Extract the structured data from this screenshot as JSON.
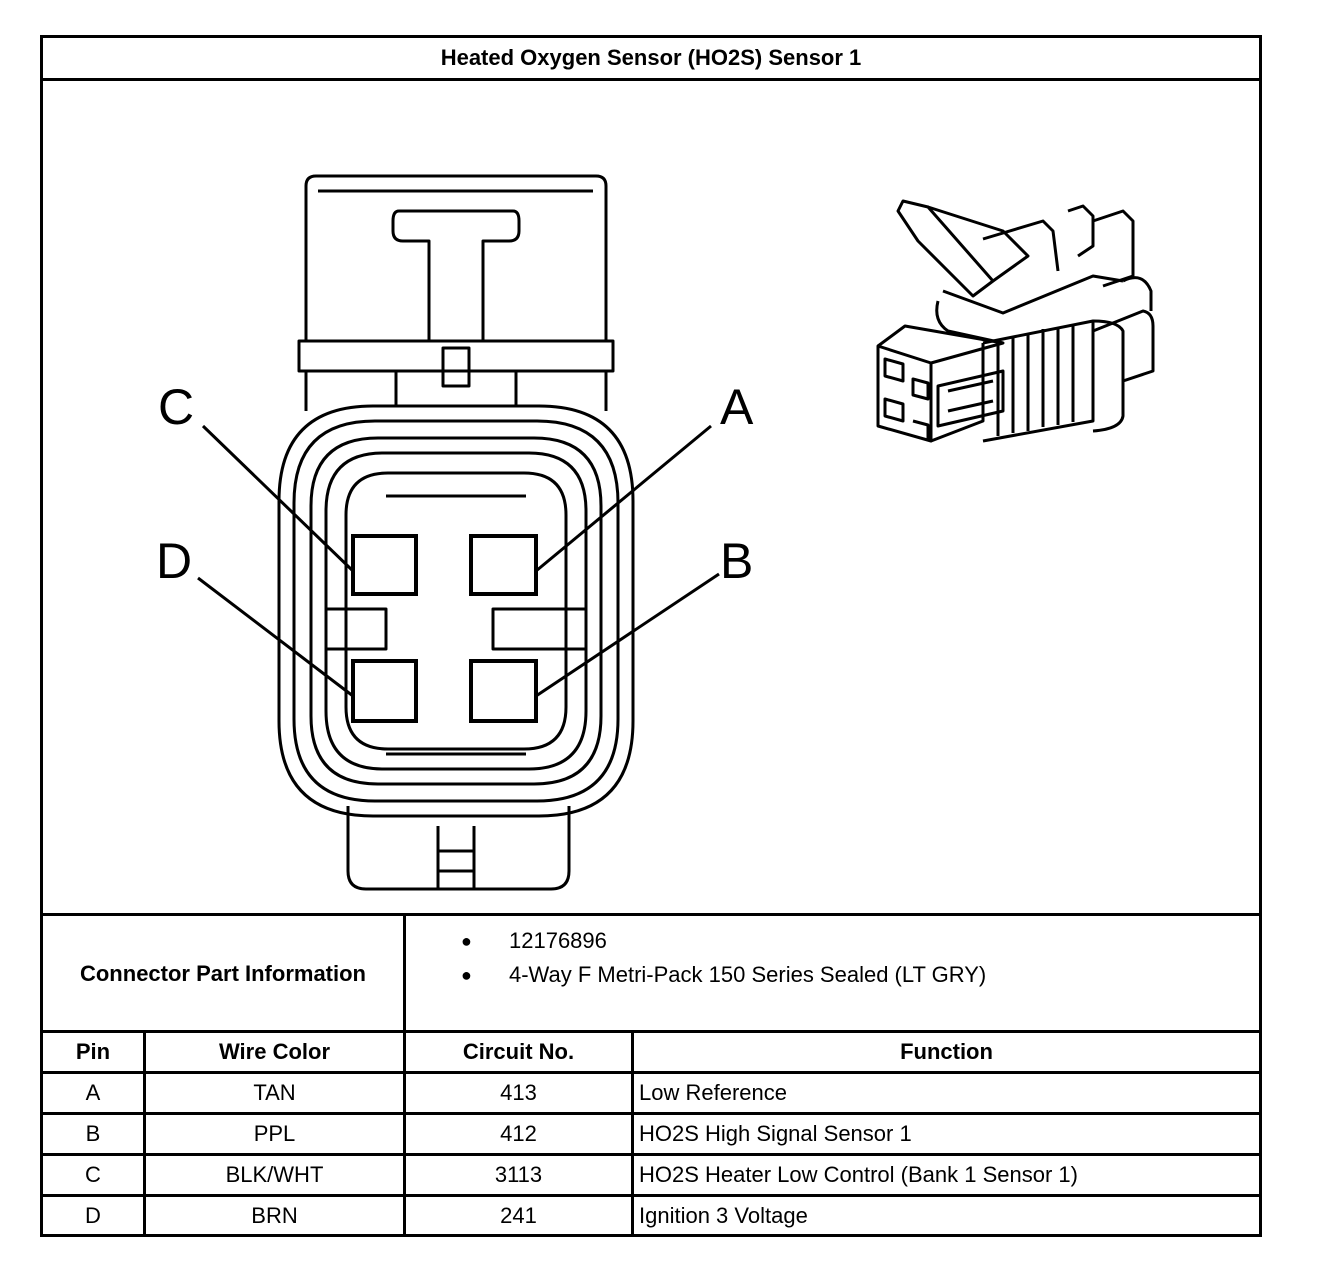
{
  "title": "Heated Oxygen Sensor (HO2S) Sensor 1",
  "pin_labels": {
    "a": "A",
    "b": "B",
    "c": "C",
    "d": "D"
  },
  "connector_info": {
    "label": "Connector Part Information",
    "items": [
      "12176896",
      "4-Way F Metri-Pack 150 Series Sealed (LT GRY)"
    ]
  },
  "table": {
    "headers": [
      "Pin",
      "Wire Color",
      "Circuit No.",
      "Function"
    ],
    "rows": [
      [
        "A",
        "TAN",
        "413",
        "Low Reference"
      ],
      [
        "B",
        "PPL",
        "412",
        "HO2S High Signal Sensor 1"
      ],
      [
        "C",
        "BLK/WHT",
        "3113",
        "HO2S Heater Low Control (Bank 1 Sensor 1)"
      ],
      [
        "D",
        "BRN",
        "241",
        "Ignition 3 Voltage"
      ]
    ]
  }
}
